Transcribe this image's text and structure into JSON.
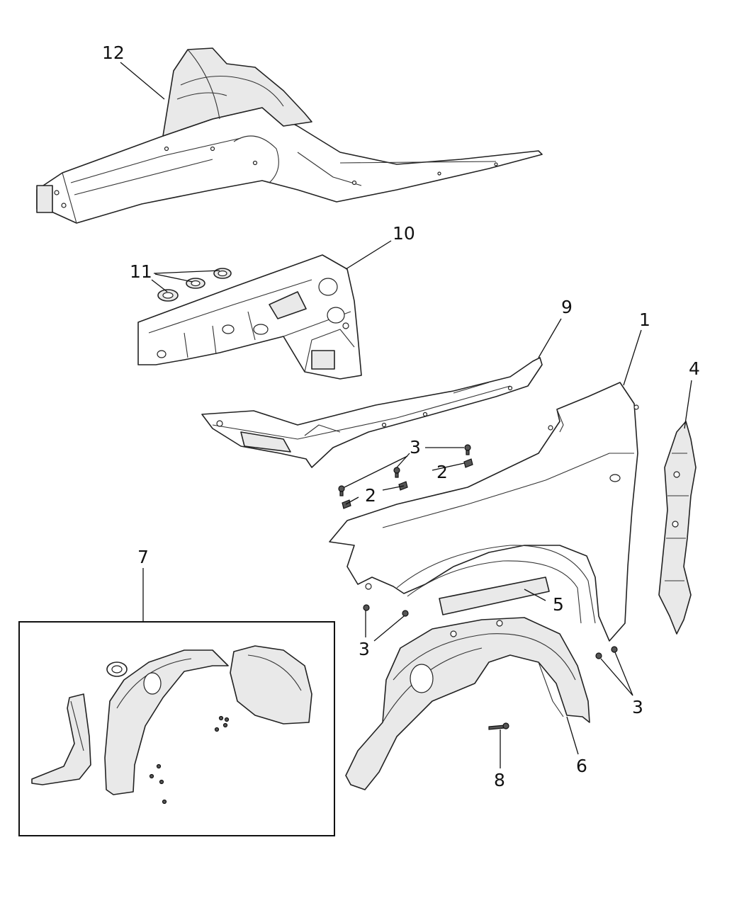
{
  "callouts": [
    {
      "id": "c12",
      "label": "12"
    },
    {
      "id": "c10",
      "label": "10"
    },
    {
      "id": "c11",
      "label": "11"
    },
    {
      "id": "c9",
      "label": "9"
    },
    {
      "id": "c1",
      "label": "1"
    },
    {
      "id": "c4",
      "label": "4"
    },
    {
      "id": "c3a",
      "label": "3"
    },
    {
      "id": "c2a",
      "label": "2"
    },
    {
      "id": "c2b",
      "label": "2"
    },
    {
      "id": "c7",
      "label": "7"
    },
    {
      "id": "c5",
      "label": "5"
    },
    {
      "id": "c3b",
      "label": "3"
    },
    {
      "id": "c3c",
      "label": "3"
    },
    {
      "id": "c6",
      "label": "6"
    },
    {
      "id": "c8",
      "label": "8"
    }
  ]
}
